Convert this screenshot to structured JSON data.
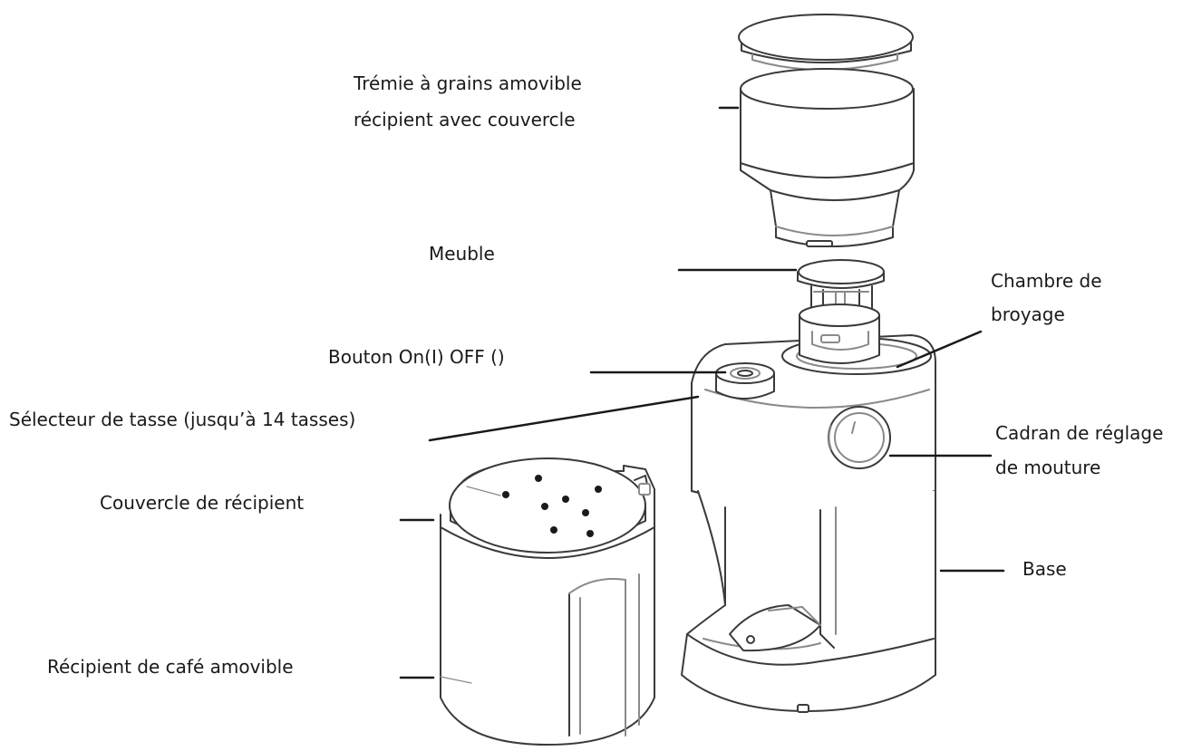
{
  "labels": {
    "hopper_line1": "Trémie à grains amovible",
    "hopper_line2": "récipient avec couvercle",
    "burr": "Meuble",
    "grind_chamber_line1": "Chambre de",
    "grind_chamber_line2": "broyage",
    "power_button": "Bouton On(I) OFF ()",
    "cup_selector": "Sélecteur de tasse (jusqu’à 14 tasses)",
    "grind_dial_line1": "Cadran de réglage",
    "grind_dial_line2": "de mouture",
    "container_lid": "Couvercle de récipient",
    "base": "Base",
    "coffee_container": "Récipient de café amovible"
  },
  "colors": {
    "ink": "#1a1a1a",
    "stroke": "#3a3a3a",
    "light_stroke": "#8a8a8a",
    "fill": "#ffffff"
  }
}
